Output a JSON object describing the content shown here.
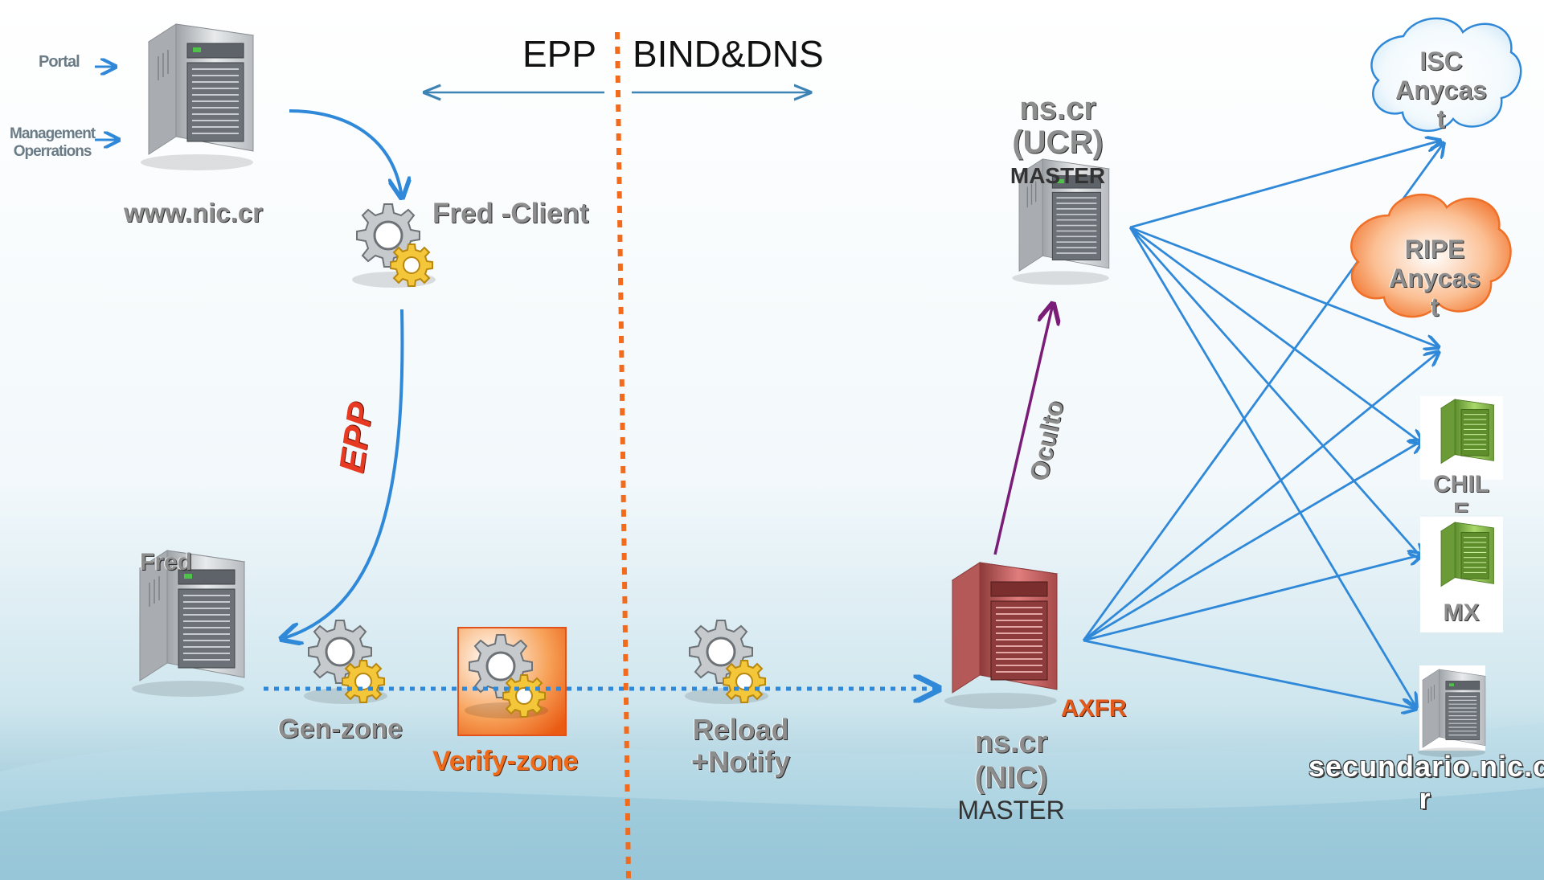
{
  "header": {
    "left": "EPP",
    "right": "BIND&DNS"
  },
  "inputs": {
    "portal": "Portal",
    "management_line1": "Management",
    "management_line2": "Operrations"
  },
  "nodes": {
    "www": "www.nic.cr",
    "fred_client": "Fred -Client",
    "epp_arrow": "EPP",
    "fred": "Fred",
    "gen_zone": "Gen-zone",
    "verify_zone": "Verify-zone",
    "reload_line1": "Reload",
    "reload_line2": "+Notify",
    "nic_line1": "ns.cr",
    "nic_line2": "(NIC)",
    "nic_line3": "MASTER",
    "axfr": "AXFR",
    "ucr_line1": "ns.cr",
    "ucr_line2": "(UCR)",
    "ucr_line3": "MASTER",
    "oculto": "Oculto"
  },
  "targets": {
    "isc": [
      "ISC",
      "Anycas",
      "t"
    ],
    "ripe": [
      "RIPE",
      "Anycas",
      "t"
    ],
    "chile": [
      "CHIL",
      "E"
    ],
    "mx": "MX",
    "secundario": [
      "secundario.nic.c",
      "r"
    ]
  },
  "colors": {
    "flow": "#2f88d8",
    "divider": "#f26a1b",
    "replication": "#7a1c78",
    "accent": "#ee6b1c"
  }
}
